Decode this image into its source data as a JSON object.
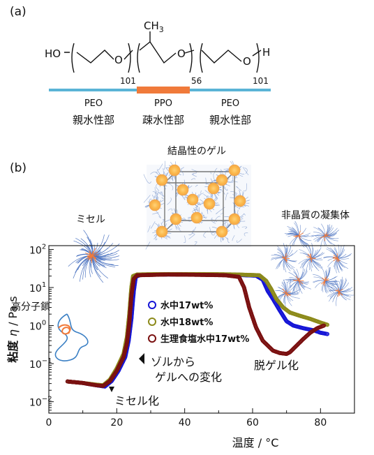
{
  "panel_a": {
    "label": "(a)",
    "chem": {
      "ho": "HO",
      "o1": "O",
      "o2": "O",
      "o3": "O",
      "h": "H",
      "ch3": "CH",
      "ch3_sub": "3",
      "n1": "101",
      "n2": "56",
      "n3": "101"
    },
    "segments": [
      {
        "name": "PEO",
        "role": "親水性部",
        "color": "#5ab4d6"
      },
      {
        "name": "PPO",
        "role": "疎水性部",
        "color": "#f07a3a"
      },
      {
        "name": "PEO",
        "role": "親水性部",
        "color": "#5ab4d6"
      }
    ]
  },
  "panel_b": {
    "label": "(b)",
    "structures": {
      "crystal": "結晶性のゲル",
      "micelle": "ミセル",
      "amorphous": "非晶質の凝集体",
      "polymer": "高分子鎖"
    },
    "annotations": {
      "micellization": "ミセル化",
      "sol_gel_1": "ゾルから",
      "sol_gel_2": "ゲルへの変化",
      "degel": "脱ゲル化"
    }
  },
  "chart_data": {
    "type": "scatter",
    "xlabel": "温度 / °C",
    "ylabel_prefix": "粘度 ",
    "ylabel_symbol": "η",
    "ylabel_suffix": " / Pa s",
    "xlim": [
      0,
      90
    ],
    "ylim_log10": [
      -2.3,
      2.1
    ],
    "yscale": "log",
    "x_ticks": [
      "0",
      "20",
      "40",
      "60",
      "80"
    ],
    "y_ticks": [
      {
        "base": "10",
        "exp": "2"
      },
      {
        "base": "10",
        "exp": "1"
      },
      {
        "base": "10",
        "exp": "0"
      },
      {
        "base": "10",
        "exp": "−1"
      },
      {
        "base": "10",
        "exp": "−2"
      }
    ],
    "legend_position": "center",
    "series": [
      {
        "name": "水中17wt%",
        "color": "#1515d6",
        "points": [
          [
            5.5,
            0.034
          ],
          [
            10,
            0.031
          ],
          [
            14,
            0.027
          ],
          [
            16.5,
            0.025
          ],
          [
            18.5,
            0.035
          ],
          [
            20.5,
            0.065
          ],
          [
            22.5,
            0.15
          ],
          [
            23.5,
            0.4
          ],
          [
            24.3,
            1.5
          ],
          [
            25,
            8
          ],
          [
            25.6,
            19
          ],
          [
            27,
            21.5
          ],
          [
            35,
            22
          ],
          [
            45,
            22
          ],
          [
            55,
            21.5
          ],
          [
            61,
            20.5
          ],
          [
            63,
            16
          ],
          [
            64.5,
            8
          ],
          [
            66,
            5
          ],
          [
            68,
            2.5
          ],
          [
            70,
            1.3
          ],
          [
            72,
            1
          ],
          [
            75,
            0.85
          ],
          [
            78,
            0.75
          ],
          [
            80,
            0.65
          ],
          [
            82,
            0.6
          ]
        ]
      },
      {
        "name": "水中18wt%",
        "color": "#8c8a1a",
        "points": [
          [
            5.5,
            0.034
          ],
          [
            10,
            0.031
          ],
          [
            14,
            0.028
          ],
          [
            16,
            0.027
          ],
          [
            18,
            0.038
          ],
          [
            20,
            0.075
          ],
          [
            22,
            0.18
          ],
          [
            23,
            0.5
          ],
          [
            23.7,
            2
          ],
          [
            24.3,
            10
          ],
          [
            24.8,
            20
          ],
          [
            26,
            22
          ],
          [
            35,
            22.5
          ],
          [
            45,
            22.5
          ],
          [
            55,
            22
          ],
          [
            62,
            21
          ],
          [
            64,
            15
          ],
          [
            65.5,
            9
          ],
          [
            67,
            5
          ],
          [
            69,
            3
          ],
          [
            71,
            2.2
          ],
          [
            74,
            1.8
          ],
          [
            77,
            1.5
          ],
          [
            80,
            1.2
          ],
          [
            82,
            1.05
          ]
        ]
      },
      {
        "name": "生理食塩水中17wt%",
        "color": "#7a1010",
        "points": [
          [
            5.5,
            0.034
          ],
          [
            10,
            0.031
          ],
          [
            14,
            0.027
          ],
          [
            16,
            0.026
          ],
          [
            18,
            0.035
          ],
          [
            20,
            0.065
          ],
          [
            22,
            0.15
          ],
          [
            23,
            0.35
          ],
          [
            23.7,
            1.2
          ],
          [
            24.3,
            6
          ],
          [
            25,
            17
          ],
          [
            26,
            21
          ],
          [
            35,
            22
          ],
          [
            45,
            21.5
          ],
          [
            52,
            21
          ],
          [
            56,
            19
          ],
          [
            57.5,
            10
          ],
          [
            59,
            3
          ],
          [
            61,
            0.9
          ],
          [
            63,
            0.4
          ],
          [
            66,
            0.22
          ],
          [
            68,
            0.19
          ],
          [
            70,
            0.18
          ],
          [
            71,
            0.2
          ],
          [
            73,
            0.3
          ],
          [
            75,
            0.45
          ],
          [
            77,
            0.65
          ],
          [
            79,
            0.85
          ],
          [
            81,
            1
          ]
        ]
      }
    ]
  }
}
